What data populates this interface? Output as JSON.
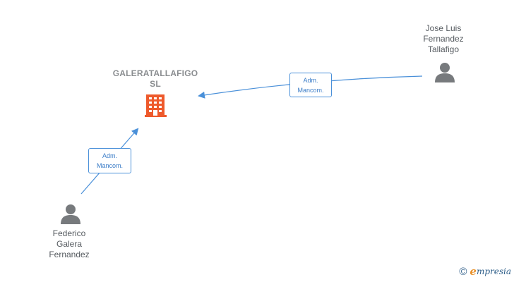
{
  "company": {
    "name_line1": "GALERATALLAFIGO",
    "name_line2": "SL",
    "icon": "building-icon",
    "color": "#ee5a2c"
  },
  "people": [
    {
      "lines": [
        "Jose Luis",
        "Fernandez",
        "Tallafigo"
      ],
      "icon": "person-icon"
    },
    {
      "lines": [
        "Federico",
        "Galera",
        "Fernandez"
      ],
      "icon": "person-icon"
    }
  ],
  "edges": [
    {
      "from": "Jose Luis Fernandez Tallafigo",
      "to": "GALERATALLAFIGO SL",
      "label_line1": "Adm.",
      "label_line2": "Mancom."
    },
    {
      "from": "Federico Galera Fernandez",
      "to": "GALERATALLAFIGO SL",
      "label_line1": "Adm.",
      "label_line2": "Mancom."
    }
  ],
  "colors": {
    "edge": "#4a90d9",
    "person": "#777a7d"
  },
  "brand": {
    "copyright": "©",
    "initial": "e",
    "rest": "mpresia"
  }
}
